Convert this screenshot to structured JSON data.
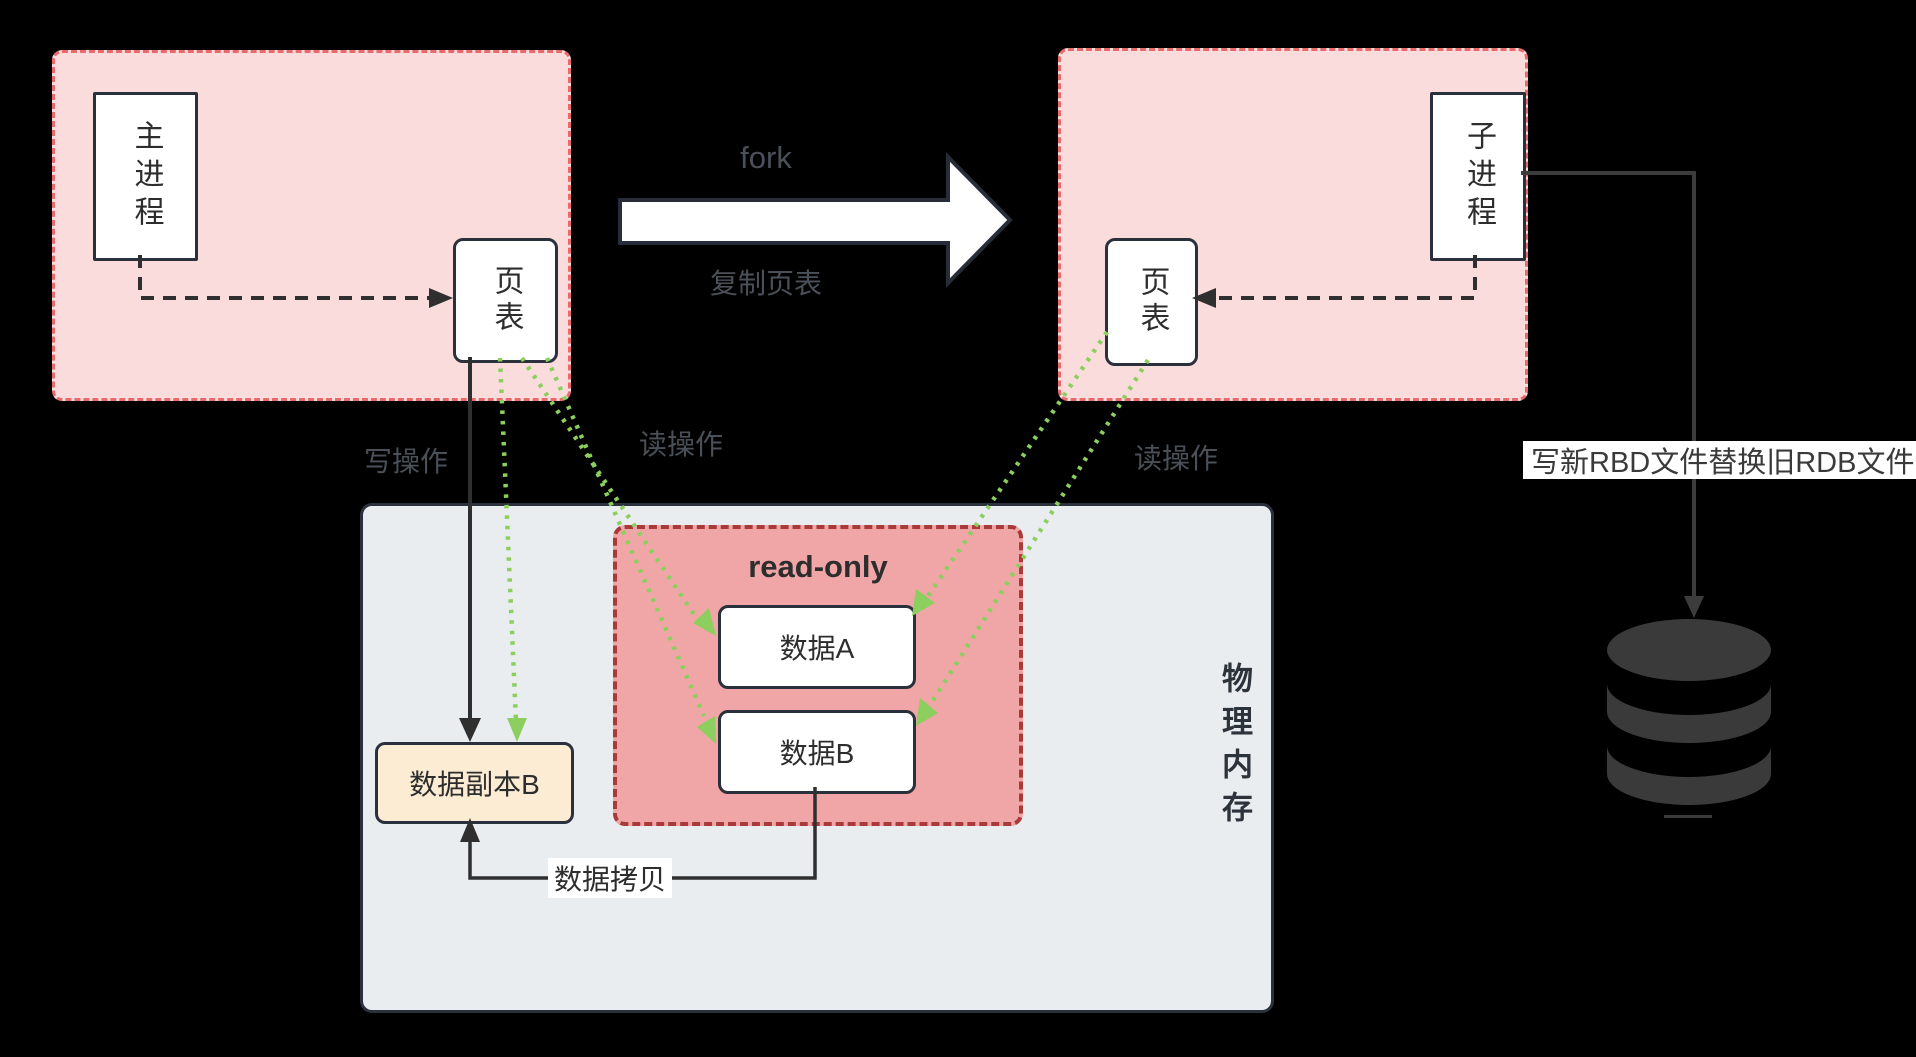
{
  "main_region": {
    "process_label": "主进程",
    "page_table_label": "页表"
  },
  "child_region": {
    "process_label": "子进程",
    "page_table_label": "页表"
  },
  "fork_arrow": {
    "title": "fork",
    "subtitle": "复制页表"
  },
  "op_labels": {
    "write": "写操作",
    "read_left": "读操作",
    "read_right": "读操作"
  },
  "memory": {
    "title": "物理内存",
    "read_only": {
      "label": "read-only",
      "data_a": "数据A",
      "data_b": "数据B"
    },
    "data_copy_b": "数据副本B",
    "data_copy_action": "数据拷贝"
  },
  "rdb_note": "写新RBD文件替换旧RDB文件",
  "icons": {
    "database": "database-cylinder-icon"
  },
  "colors": {
    "background": "#000000",
    "process_region_fill": "#fadcdc",
    "process_region_border": "#e96a6a",
    "memory_fill": "#e9edf0",
    "readonly_fill": "#f0a6a6",
    "readonly_border": "#a93a3a",
    "data_copy_fill": "#fdecd4",
    "box_border": "#2b313c",
    "green_arrow": "#8ccf5f",
    "dark_line": "#333333",
    "muted_label": "#4a5058",
    "database_fill": "#3a3a3a"
  }
}
